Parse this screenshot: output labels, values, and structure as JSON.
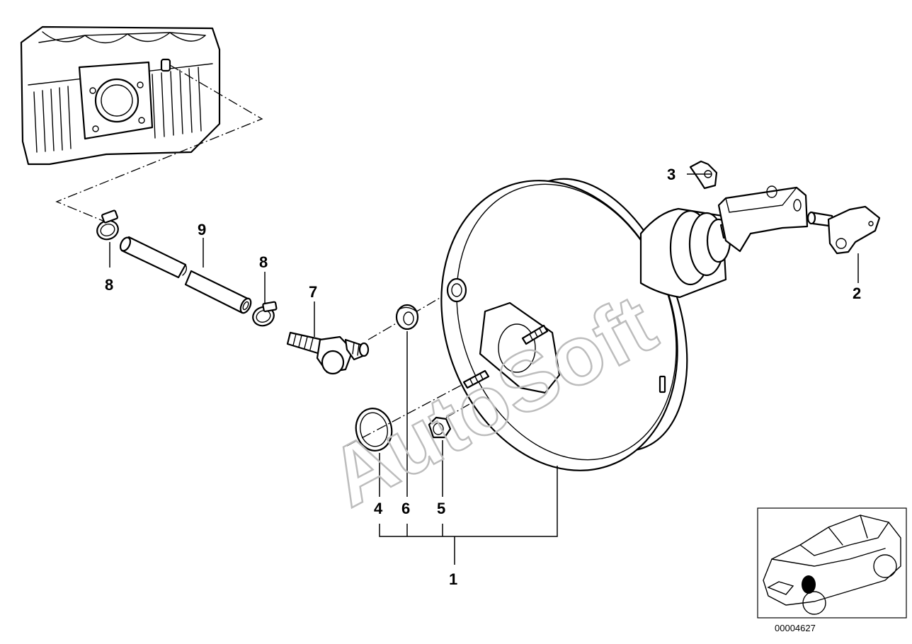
{
  "watermark": "AutoSoft",
  "diagram_id": "00004627",
  "callouts": {
    "c1": "1",
    "c2": "2",
    "c3": "3",
    "c4": "4",
    "c5": "5",
    "c6": "6",
    "c7": "7",
    "c8a": "8",
    "c8b": "8",
    "c9": "9"
  },
  "colors": {
    "line": "#000000",
    "background": "#ffffff",
    "watermark": "#bdbdbd",
    "location_marker": "#000000"
  },
  "icons": {
    "manifold": "intake-manifold-illustration",
    "booster": "brake-booster-illustration",
    "locator": "vehicle-location-thumbnail"
  }
}
